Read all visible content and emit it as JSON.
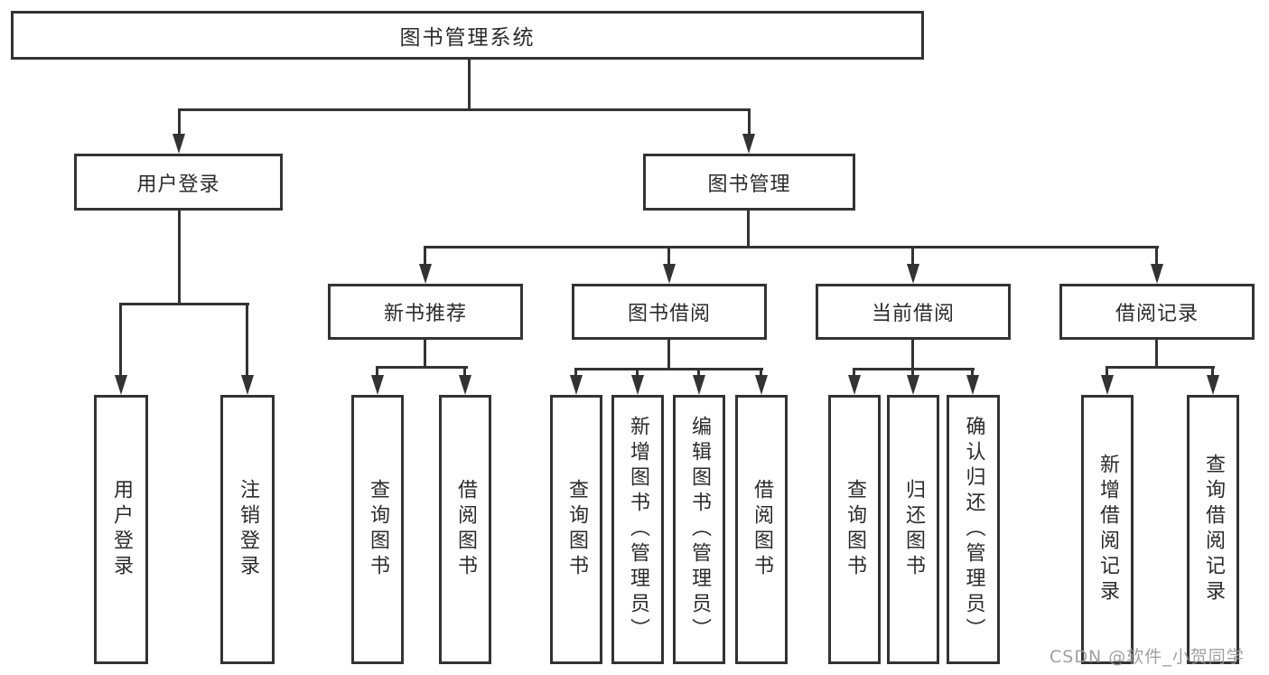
{
  "diagram_title": "图书管理系统",
  "tree": {
    "root": "图书管理系统",
    "login": {
      "label": "用户登录",
      "children": [
        "用户登录",
        "注销登录"
      ]
    },
    "mgmt": {
      "label": "图书管理",
      "groups": [
        {
          "label": "新书推荐",
          "children": [
            "查询图书",
            "借阅图书"
          ]
        },
        {
          "label": "图书借阅",
          "children": [
            "查询图书",
            "新增图书（管理员）",
            "编辑图书（管理员）",
            "借阅图书"
          ]
        },
        {
          "label": "当前借阅",
          "children": [
            "查询图书",
            "归还图书",
            "确认归还（管理员）"
          ]
        },
        {
          "label": "借阅记录",
          "children": [
            "新增借阅记录",
            "查询借阅记录"
          ]
        }
      ]
    }
  },
  "watermark": "CSDN @软件_小贺同学",
  "colors": {
    "line": "#333333",
    "box_border": "#333333",
    "text": "#2b2b2b",
    "background": "#ffffff",
    "watermark": "#989898"
  }
}
